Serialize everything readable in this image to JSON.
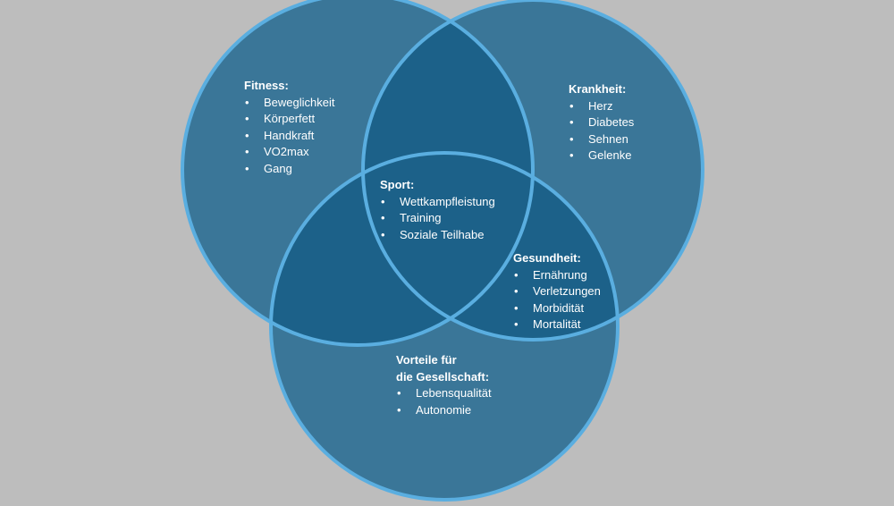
{
  "diagram": {
    "colors": {
      "background": "#bdbdbd",
      "circle_fill": "#3a7698",
      "overlap_fill": "#1c6189",
      "stroke": "#5aaee0",
      "text": "#ffffff"
    },
    "groups": [
      {
        "id": "fitness",
        "title": "Fitness:",
        "items": [
          "Beweglichkeit",
          "Körperfett",
          "Handkraft",
          "VO2max",
          "Gang"
        ]
      },
      {
        "id": "krankheit",
        "title": "Krankheit:",
        "items": [
          "Herz",
          "Diabetes",
          "Sehnen",
          "Gelenke"
        ]
      },
      {
        "id": "sport",
        "title": "Sport:",
        "items": [
          "Wettkampfleistung",
          "Training",
          "Soziale Teilhabe"
        ]
      },
      {
        "id": "gesundheit",
        "title": "Gesundheit:",
        "items": [
          "Ernährung",
          "Verletzungen",
          "Morbidität",
          "Mortalität"
        ]
      },
      {
        "id": "gesellschaft",
        "title": "Vorteile für\ndie Gesellschaft:",
        "items": [
          "Lebensqualität",
          "Autonomie"
        ]
      }
    ]
  }
}
